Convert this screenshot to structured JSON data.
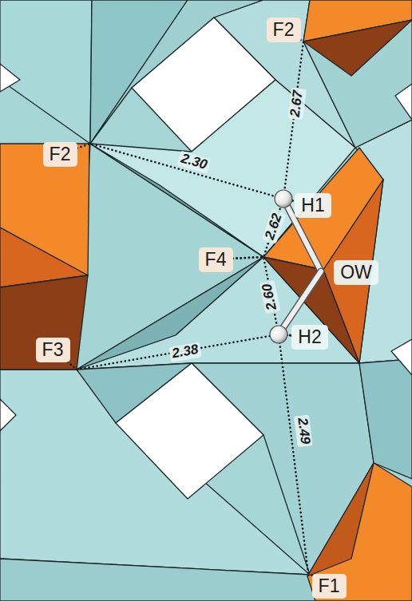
{
  "diagram": {
    "nodes": [
      {
        "text": [
          "F2"
        ]
      },
      {
        "text": [
          "F2"
        ]
      },
      {
        "text": [
          "H1"
        ]
      },
      {
        "text": [
          "F4"
        ]
      },
      {
        "text": [
          "OW"
        ]
      },
      {
        "text": [
          "H2"
        ]
      },
      {
        "text": [
          "F3"
        ]
      },
      {
        "text": [
          "F1"
        ]
      }
    ],
    "edges": [
      {
        "from": 0,
        "to": 2,
        "arrow": "none",
        "label": "2.67"
      },
      {
        "from": 1,
        "to": 2,
        "arrow": "none",
        "label": "2.30"
      },
      {
        "from": 3,
        "to": 2,
        "arrow": "none",
        "label": "2.62"
      },
      {
        "from": 3,
        "to": 5,
        "arrow": "none",
        "label": "2.60"
      },
      {
        "from": 6,
        "to": 5,
        "arrow": "none",
        "label": "2.38"
      },
      {
        "from": 7,
        "to": 5,
        "arrow": "none",
        "label": "2.49"
      }
    ]
  }
}
